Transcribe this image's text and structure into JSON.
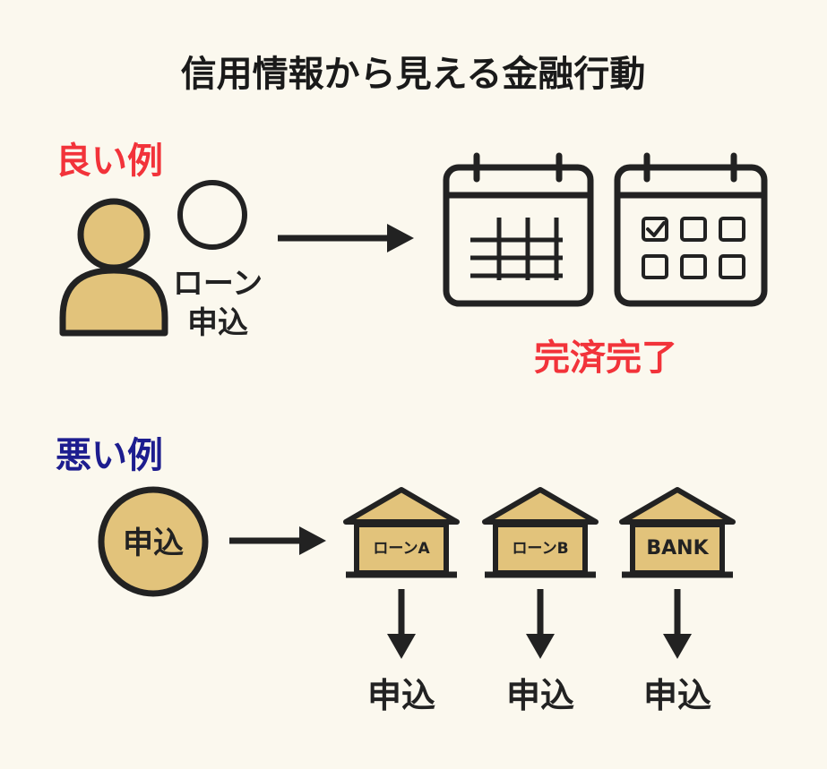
{
  "title": "信用情報から見える金融行動",
  "good": {
    "heading": "良い例",
    "mark": "○",
    "loan_line1": "ローン",
    "loan_line2": "申込",
    "result": "完済完了"
  },
  "bad": {
    "heading": "悪い例",
    "apply_badge": "申込",
    "banks": [
      {
        "label": "ローンA",
        "apply": "申込"
      },
      {
        "label": "ローンB",
        "apply": "申込"
      },
      {
        "label": "BANK",
        "apply": "申込"
      }
    ]
  },
  "colors": {
    "background": "#fbf8ee",
    "ink": "#222222",
    "gold": "#e2c37b",
    "good_red": "#f2333a",
    "bad_navy": "#1d1d8f"
  },
  "icons": [
    "person-icon",
    "circle-mark-icon",
    "arrow-right-icon",
    "calendar-icon",
    "calendar-checklist-icon",
    "bank-building-icon",
    "arrow-down-icon"
  ]
}
